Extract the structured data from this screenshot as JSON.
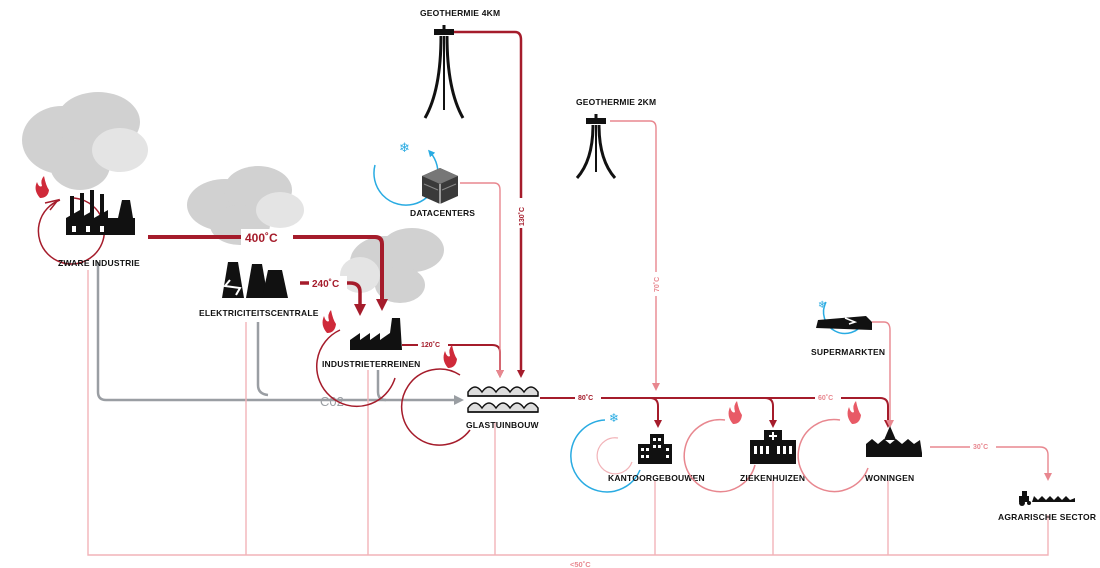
{
  "colors": {
    "hot": "#a51c2b",
    "warm": "#e8878f",
    "cool": "#29abe2",
    "co2": "#9a9ea3",
    "icon": "#111111",
    "smoke": "#c9c9c9"
  },
  "labels": {
    "geo4": "GEOTHERMIE 4KM",
    "geo2": "GEOTHERMIE 2KM",
    "datacenters": "DATACENTERS",
    "zware": "ZWARE INDUSTRIE",
    "elektriciteit": "ELEKTRICITEITSCENTRALE",
    "industrieterreinen": "INDUSTRIETERREINEN",
    "glastuinbouw": "GLASTUINBOUW",
    "supermarkten": "SUPERMARKTEN",
    "kantoor": "KANTOORGEBOUWEN",
    "ziekenhuizen": "ZIEKENHUIZEN",
    "woningen": "WONINGEN",
    "agrarisch": "AGRARISCHE SECTOR"
  },
  "temperatures": {
    "t400": "400˚C",
    "t240": "240˚C",
    "t120": "120˚C",
    "t130": "130˚C",
    "t70": "70˚C",
    "t80": "80˚C",
    "t60": "60˚C",
    "t30": "30˚C",
    "t50": "<50˚C"
  },
  "co2_label": "C02"
}
